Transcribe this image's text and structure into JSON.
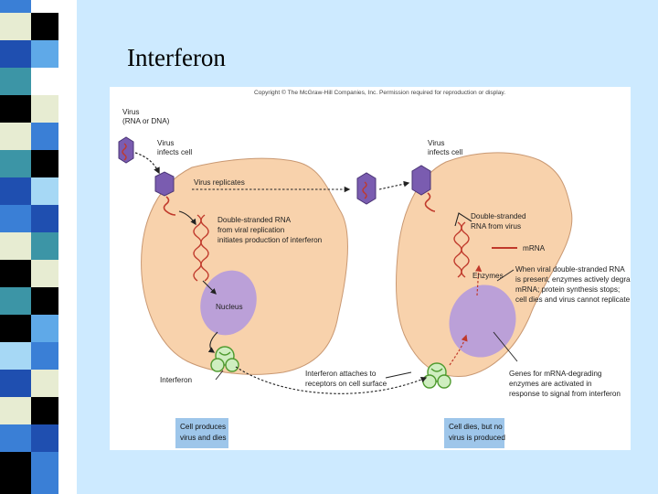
{
  "slide": {
    "title": "Interferon"
  },
  "figure": {
    "copyright": "Copyright © The McGraw-Hill Companies, Inc. Permission required for reproduction or display.",
    "labels": {
      "virus_line1": "Virus",
      "virus_line2": "(RNA or DNA)",
      "infects_left_line1": "Virus",
      "infects_left_line2": "infects cell",
      "virus_replicates": "Virus replicates",
      "dsrna_left_line1": "Double-stranded RNA",
      "dsrna_left_line2": "from viral replication",
      "dsrna_left_line3": "initiates production of interferon",
      "nucleus": "Nucleus",
      "interferon": "Interferon",
      "attaches_line1": "Interferon attaches to",
      "attaches_line2": "receptors on cell surface",
      "infects_right_line1": "Virus",
      "infects_right_line2": "infects cell",
      "dsrna_right_line1": "Double-stranded",
      "dsrna_right_line2": "RNA from virus",
      "mrna": "mRNA",
      "enzymes": "Enzymes",
      "when_line1": "When viral double-stranded RNA",
      "when_line2": "is present, enzymes actively degrade",
      "when_line3": "mRNA; protein synthesis stops;",
      "when_line4": "cell dies and virus cannot replicate",
      "genes_line1": "Genes for mRNA-degrading",
      "genes_line2": "enzymes are activated in",
      "genes_line3": "response to signal from interferon"
    },
    "boxes": {
      "left_line1": "Cell produces",
      "left_line2": "virus and dies",
      "right_line1": "Cell dies, but no",
      "right_line2": "virus is produced"
    }
  },
  "colors": {
    "background": "#cdeaff",
    "cell_fill": "#f8d2ac",
    "cell_stroke": "#c99872",
    "nucleus_fill": "#bba0d8",
    "virus_fill": "#7a5cb0",
    "dna_red": "#c0392b",
    "interferon_green": "#6cbf4a",
    "outcome_box": "#9ec6ea"
  },
  "strip_colors": [
    "#ffffff",
    "#3a7fd6",
    "#000000",
    "#e7ecd2",
    "#3c95a6",
    "#a6d8f5",
    "#1f4fb0",
    "#5fa9e8"
  ]
}
